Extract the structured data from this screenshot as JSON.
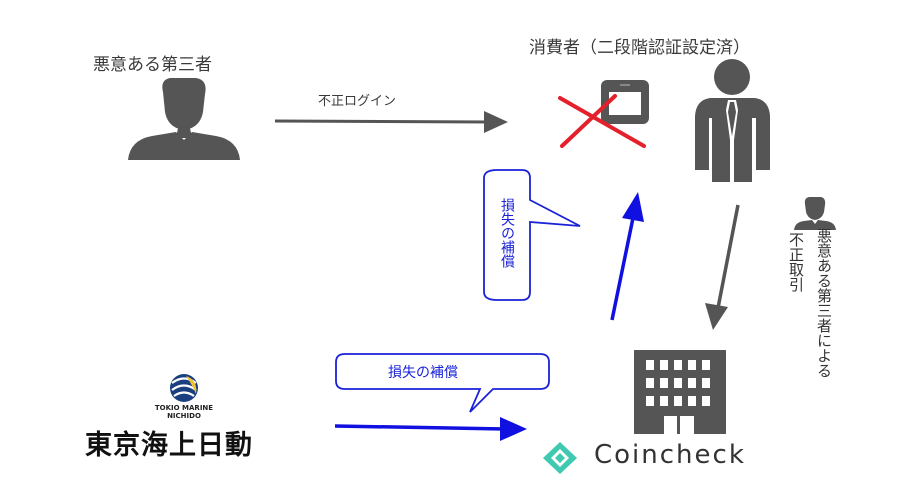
{
  "attacker": {
    "label": "悪意ある第三者"
  },
  "consumer": {
    "label": "消費者（二段階認証設定済）"
  },
  "login_arrow": {
    "label": "不正ログイン"
  },
  "side": {
    "transaction_label": "不正取引",
    "by_attacker_label": "悪意ある第三者による"
  },
  "compensation_vertical": {
    "label": "損失の補償"
  },
  "compensation_horizontal": {
    "label": "損失の補償"
  },
  "tokio": {
    "en_line1": "TOKIO MARINE",
    "en_line2": "NICHIDO",
    "jp_name": "東京海上日動"
  },
  "coincheck": {
    "name": "Coincheck"
  },
  "colors": {
    "gray_icon": "#555555",
    "red_cross": "#e4202a",
    "blue_arrow": "#1010e0",
    "coincheck_teal": "#3fc9b0",
    "tokio_navy": "#1a3f80",
    "tokio_yellow": "#f2c230"
  },
  "icons": [
    "person-silhouette-icon",
    "businessman-icon",
    "smartphone-icon",
    "red-x-icon",
    "building-icon",
    "coincheck-logo-icon",
    "tokio-marine-logo-icon"
  ]
}
